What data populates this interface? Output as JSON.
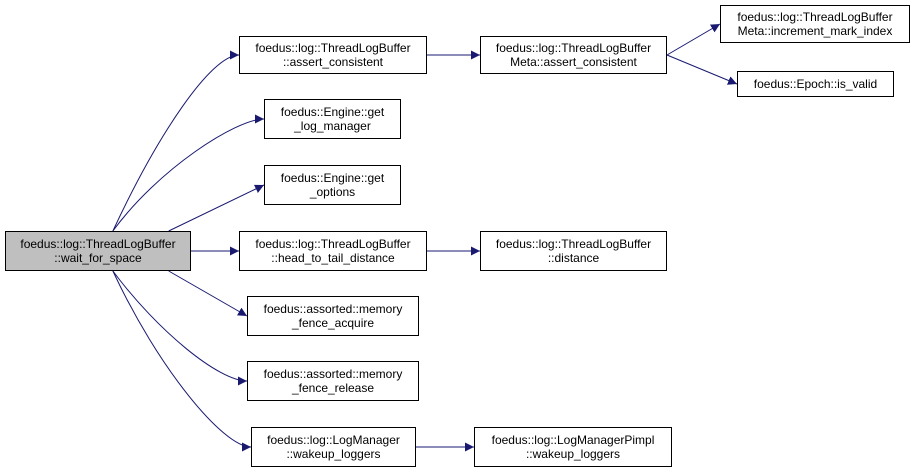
{
  "colors": {
    "edge": "#191970",
    "border": "#000000",
    "root_fill": "#bfbfbf",
    "node_fill": "#ffffff"
  },
  "nodes": {
    "wait_for_space": {
      "line1": "foedus::log::ThreadLogBuffer",
      "line2": "::wait_for_space"
    },
    "assert_consistent": {
      "line1": "foedus::log::ThreadLogBuffer",
      "line2": "::assert_consistent"
    },
    "meta_assert_consistent": {
      "line1": "foedus::log::ThreadLogBuffer",
      "line2": "Meta::assert_consistent"
    },
    "meta_increment_mark_index": {
      "line1": "foedus::log::ThreadLogBuffer",
      "line2": "Meta::increment_mark_index"
    },
    "epoch_is_valid": {
      "line1": "foedus::Epoch::is_valid",
      "line2": ""
    },
    "get_log_manager": {
      "line1": "foedus::Engine::get",
      "line2": "_log_manager"
    },
    "get_options": {
      "line1": "foedus::Engine::get",
      "line2": "_options"
    },
    "head_to_tail_distance": {
      "line1": "foedus::log::ThreadLogBuffer",
      "line2": "::head_to_tail_distance"
    },
    "distance": {
      "line1": "foedus::log::ThreadLogBuffer",
      "line2": "::distance"
    },
    "memory_fence_acquire": {
      "line1": "foedus::assorted::memory",
      "line2": "_fence_acquire"
    },
    "memory_fence_release": {
      "line1": "foedus::assorted::memory",
      "line2": "_fence_release"
    },
    "wakeup_loggers": {
      "line1": "foedus::log::LogManager",
      "line2": "::wakeup_loggers"
    },
    "pimpl_wakeup_loggers": {
      "line1": "foedus::log::LogManagerPimpl",
      "line2": "::wakeup_loggers"
    }
  },
  "edges": [
    [
      "wait_for_space",
      "assert_consistent"
    ],
    [
      "wait_for_space",
      "get_log_manager"
    ],
    [
      "wait_for_space",
      "get_options"
    ],
    [
      "wait_for_space",
      "head_to_tail_distance"
    ],
    [
      "wait_for_space",
      "memory_fence_acquire"
    ],
    [
      "wait_for_space",
      "memory_fence_release"
    ],
    [
      "wait_for_space",
      "wakeup_loggers"
    ],
    [
      "assert_consistent",
      "meta_assert_consistent"
    ],
    [
      "meta_assert_consistent",
      "meta_increment_mark_index"
    ],
    [
      "meta_assert_consistent",
      "epoch_is_valid"
    ],
    [
      "head_to_tail_distance",
      "distance"
    ],
    [
      "wakeup_loggers",
      "pimpl_wakeup_loggers"
    ]
  ]
}
